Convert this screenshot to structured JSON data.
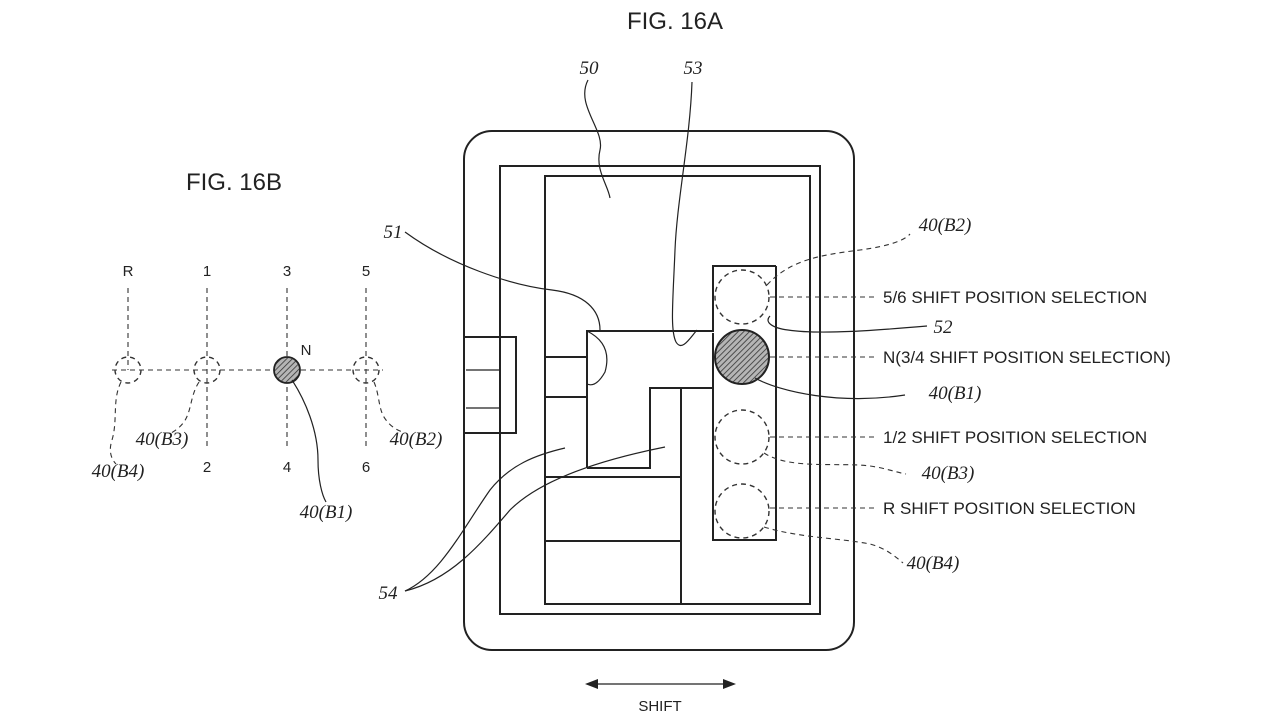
{
  "figure_a": {
    "title": "FIG. 16A",
    "labels": {
      "r50": "50",
      "r53": "53",
      "r51": "51",
      "r52": "52",
      "r54": "54",
      "b2": "40(B2)",
      "b1": "40(B1)",
      "b3": "40(B3)",
      "b4": "40(B4)"
    },
    "captions": {
      "sel56": "5/6 SHIFT POSITION SELECTION",
      "selN": "N(3/4 SHIFT POSITION SELECTION)",
      "sel12": "1/2 SHIFT POSITION SELECTION",
      "selR": "R SHIFT POSITION SELECTION"
    },
    "shift_label": "SHIFT"
  },
  "figure_b": {
    "title": "FIG. 16B",
    "gates_top": [
      "R",
      "1",
      "3",
      "5"
    ],
    "gates_bottom": [
      "2",
      "4",
      "6"
    ],
    "neutral": "N",
    "labels": {
      "b4": "40(B4)",
      "b3": "40(B3)",
      "b1": "40(B1)",
      "b2": "40(B2)"
    }
  },
  "colors": {
    "ink": "#222222",
    "hatch_fill": "#8a8a8a"
  }
}
